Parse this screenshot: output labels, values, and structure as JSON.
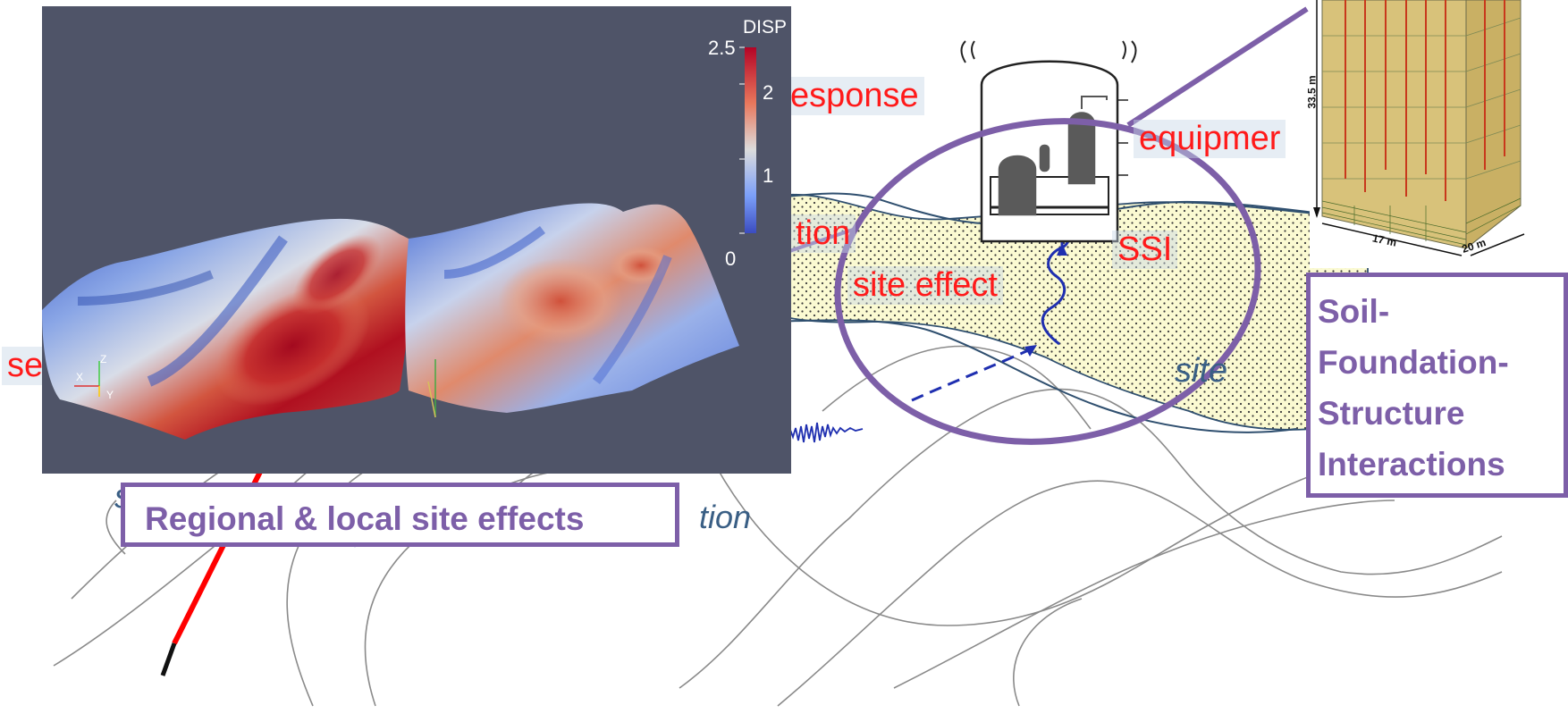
{
  "labels": {
    "response": "esponse",
    "equipment": "equipmer",
    "tion": "tion",
    "ssi": "SSI",
    "site_effect": "site effect",
    "site": "site",
    "se": "se",
    "bottom_s": "s",
    "bottom_tion": "tion"
  },
  "callouts": {
    "regional": "Regional & local site effects",
    "sfsi_lines": [
      "Soil-",
      "Foundation-",
      "Structure",
      "Interactions"
    ]
  },
  "simulation": {
    "legend_title": "DISP",
    "legend_ticks": [
      "2.5",
      "2",
      "1",
      "0"
    ],
    "axis_labels": {
      "z": "Z",
      "x": "X",
      "y": "Y"
    }
  },
  "pile_model": {
    "height_label": "33.5 m",
    "width_label": "17 m",
    "depth_label": "20 m"
  },
  "colors": {
    "callout_border": "#7d5fa8",
    "red_text": "#ff1a1a",
    "site_fill": "#fbfad2",
    "viz_background": "#4f5468"
  }
}
